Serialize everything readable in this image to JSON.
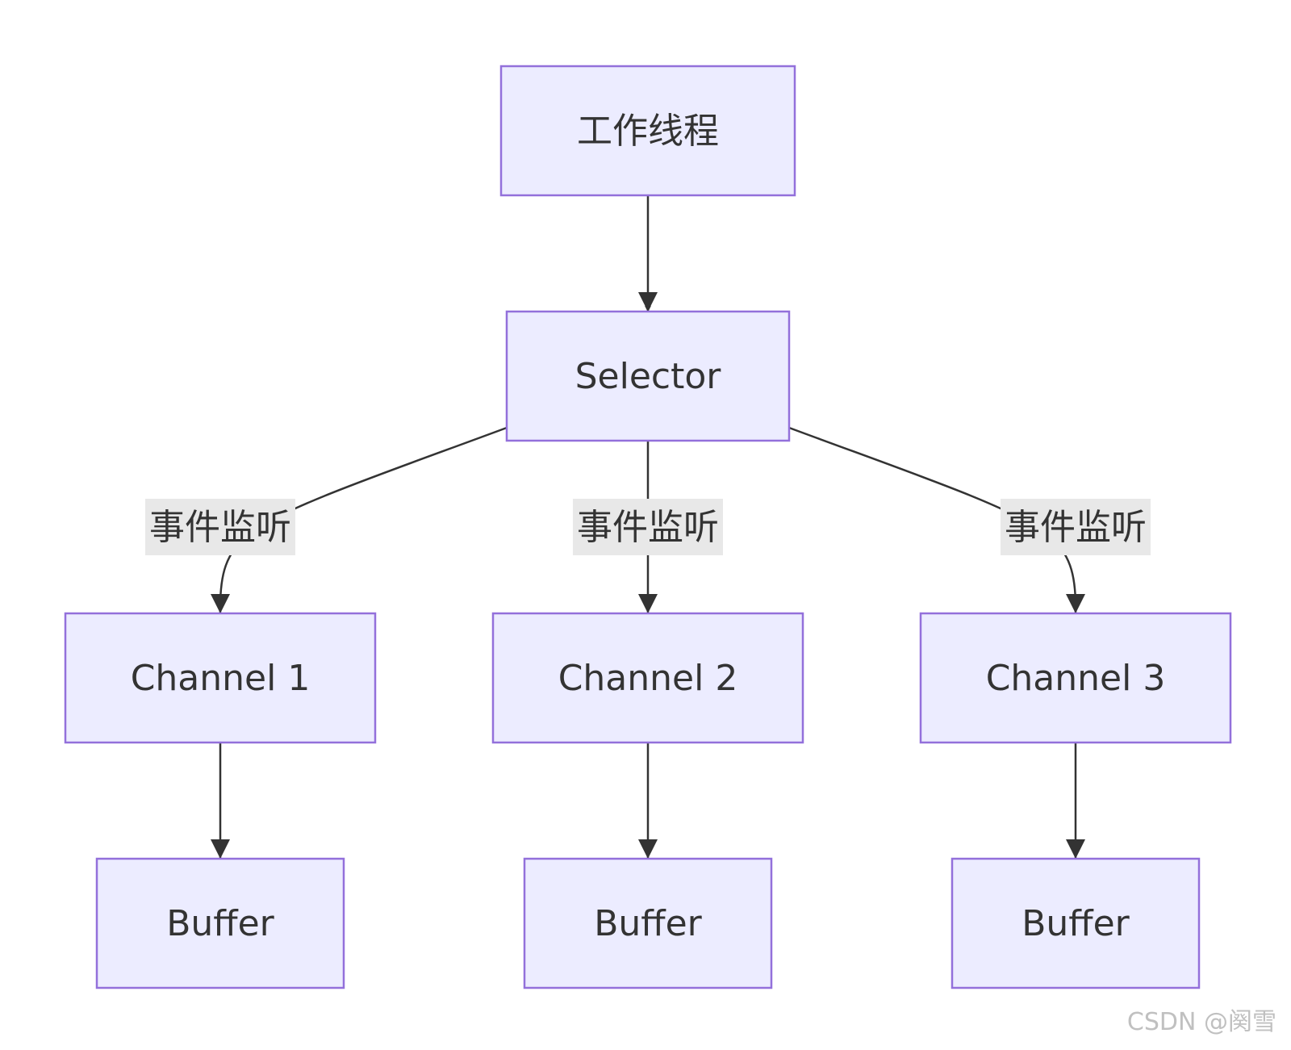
{
  "nodes": {
    "worker": "工作线程",
    "selector": "Selector",
    "channel1": "Channel 1",
    "channel2": "Channel 2",
    "channel3": "Channel 3",
    "buffer1": "Buffer",
    "buffer2": "Buffer",
    "buffer3": "Buffer"
  },
  "edge_labels": {
    "selector_channel1": "事件监听",
    "selector_channel2": "事件监听",
    "selector_channel3": "事件监听"
  },
  "watermark": "CSDN @阕雪",
  "colors": {
    "node_fill": "#ececff",
    "node_stroke": "#9370db",
    "edge": "#333333",
    "label_bg": "#e8e8e8"
  }
}
